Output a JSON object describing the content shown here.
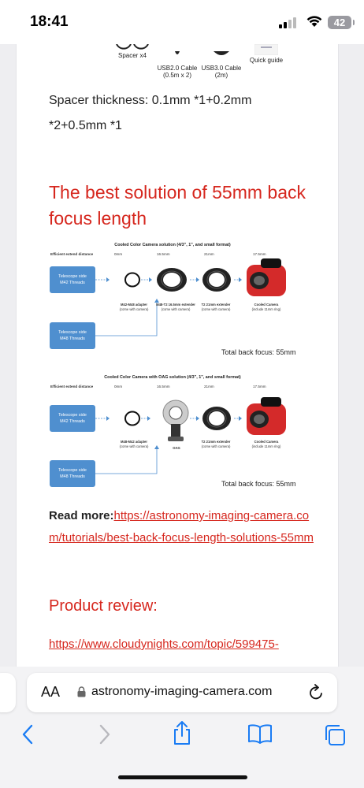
{
  "status": {
    "time": "18:41",
    "battery": "42"
  },
  "accessories": {
    "items": [
      {
        "label": "Spacer x4"
      },
      {
        "label": "USB2.0 Cable\n(0.5m x 2)"
      },
      {
        "label": "USB3.0 Cable\n(2m)"
      },
      {
        "label": "Quick guide"
      }
    ]
  },
  "spacer_text": "Spacer thickness: 0.1mm *1+0.2mm *2+0.5mm *1",
  "heading": "The best solution of 55mm back focus length",
  "diagram1": {
    "title": "Cooled Color Camera solution (4/3\", 1\", and small format)",
    "row_label": "Efficient extend distance",
    "distances": [
      "0mm",
      "16.5mm",
      "21mm",
      "17.5mm"
    ],
    "scope1": "Telescope side\nM42 Threads",
    "scope2": "Telescope side\nM48 Threads",
    "parts": [
      {
        "name": "M42-M48 adapter",
        "note": "(come with camera)"
      },
      {
        "name": "M48-T2 16.5mm extender",
        "note": "(come with camera)"
      },
      {
        "name": "T2 21mm extender",
        "note": "(come with camera)"
      },
      {
        "name": "Cooled Camera",
        "note": "(include 11mm ring)"
      }
    ],
    "total": "Total back focus: 55mm"
  },
  "diagram2": {
    "title": "Cooled Color Camera with OAG solution (4/3\", 1\", and small format)",
    "row_label": "Efficient extend distance",
    "distances": [
      "0mm",
      "16.5mm",
      "21mm",
      "17.5mm"
    ],
    "scope1": "Telescope side\nM42 Threads",
    "scope2": "Telescope side\nM48 Threads",
    "parts": [
      {
        "name": "M48-M42 adapter",
        "note": "(come with camera)"
      },
      {
        "name": "OAG",
        "note": ""
      },
      {
        "name": "T2 21mm extender",
        "note": "(come with camera)"
      },
      {
        "name": "Cooled Camera",
        "note": "(include 11mm ring)"
      }
    ],
    "total": "Total back focus: 55mm"
  },
  "readmore": {
    "label": "Read more:",
    "link": "https://astronomy-imaging-camera.com/tutorials/best-back-focus-length-solutions-55mm"
  },
  "review": {
    "heading": "Product review:",
    "link": "https://www.cloudynights.com/topic/599475-"
  },
  "browser": {
    "aa": "AA",
    "url": "astronomy-imaging-camera.com"
  },
  "colors": {
    "accent": "#d6271e",
    "scope_box": "#4f8fcf",
    "camera": "#d42a2a"
  }
}
